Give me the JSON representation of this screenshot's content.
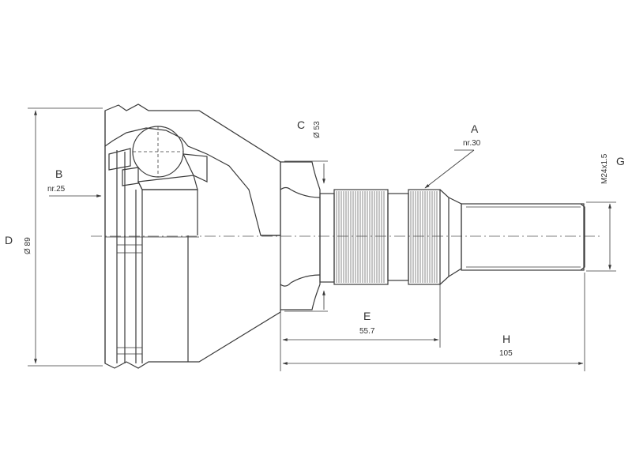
{
  "labels": {
    "A": "A",
    "A_sub": "nr.30",
    "B": "B",
    "B_sub": "nr.25",
    "C": "C",
    "C_val": "Ø 53",
    "D": "D",
    "D_val": "Ø 89",
    "E": "E",
    "E_val": "55.7",
    "G": "G",
    "G_val": "M24x1.5",
    "H": "H",
    "H_val": "105"
  },
  "colors": {
    "stroke": "#3a3a3a",
    "text": "#333333",
    "background": "#ffffff"
  }
}
